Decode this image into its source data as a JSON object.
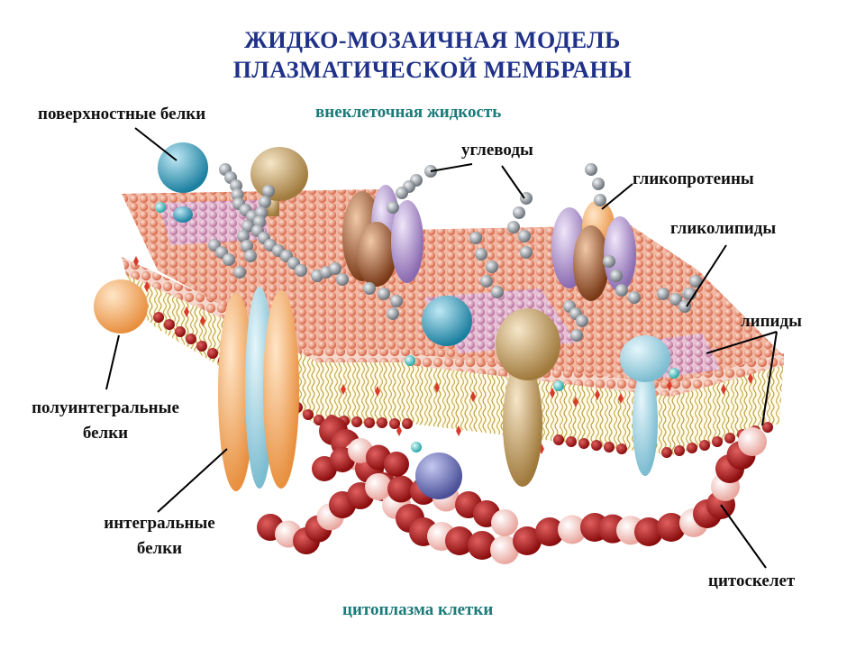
{
  "title": {
    "line1": "ЖИДКО-МОЗАИЧНАЯ МОДЕЛЬ",
    "line2": "ПЛАЗМАТИЧЕСКОЙ МЕМБРАНЫ"
  },
  "labels": {
    "surface_proteins": "поверхностные белки",
    "extracellular": "внеклеточная жидкость",
    "carbohydrates": "углеводы",
    "glycoproteins": "гликопротеины",
    "glycolipids": "гликолипиды",
    "lipids": "липиды",
    "semi_integral_1": "полуинтегральные",
    "semi_integral_2": "белки",
    "integral_1": "интегральные",
    "integral_2": "белки",
    "cytoskeleton": "цитоскелет",
    "cytoplasm": "цитоплазма клетки"
  },
  "colors": {
    "title": "#1f3188",
    "teal_label": "#1b7a7a",
    "lipid_head": "#e8876a",
    "lipid_head_pink": "#d79ac8",
    "tail": "#c9b35a",
    "cytoskeleton_dark": "#b01818",
    "cytoskeleton_light": "#f6c6c0",
    "integral_orange": "#f5b06a",
    "integral_blue": "#a9d6e2",
    "surface_blue": "#3fa6c4",
    "tan": "#caa76c",
    "purple": "#b49ad0",
    "brown": "#9a5a32",
    "carb_bead": "#9aa0a6"
  }
}
